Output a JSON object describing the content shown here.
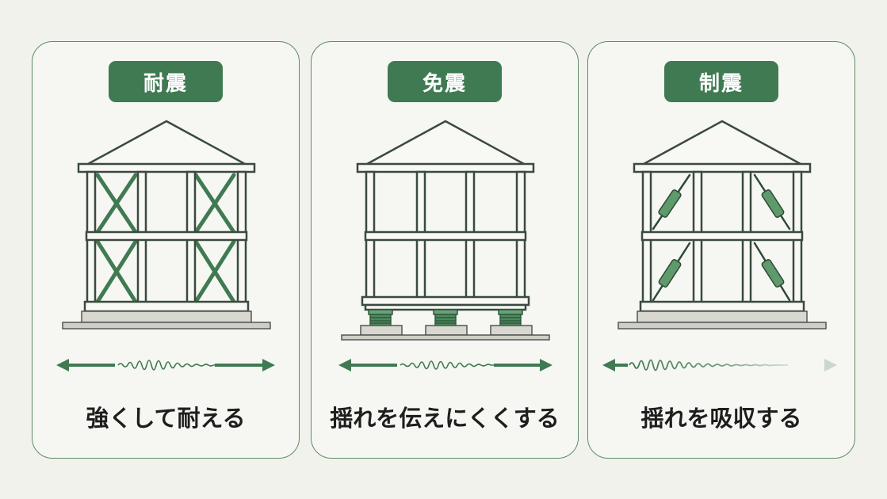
{
  "colors": {
    "accent": "#3f7a52",
    "frame": "#3a4a3e",
    "wall": "#f8f8f4",
    "base": "#d8d8d0",
    "background": "#f1f2ec"
  },
  "cards": [
    {
      "title": "耐震",
      "caption": "強くして耐える",
      "illustration": "braced-frame-house-icon"
    },
    {
      "title": "免震",
      "caption": "揺れを伝えにくくする",
      "illustration": "base-isolated-house-icon"
    },
    {
      "title": "制震",
      "caption": "揺れを吸収する",
      "illustration": "damper-house-icon"
    }
  ]
}
